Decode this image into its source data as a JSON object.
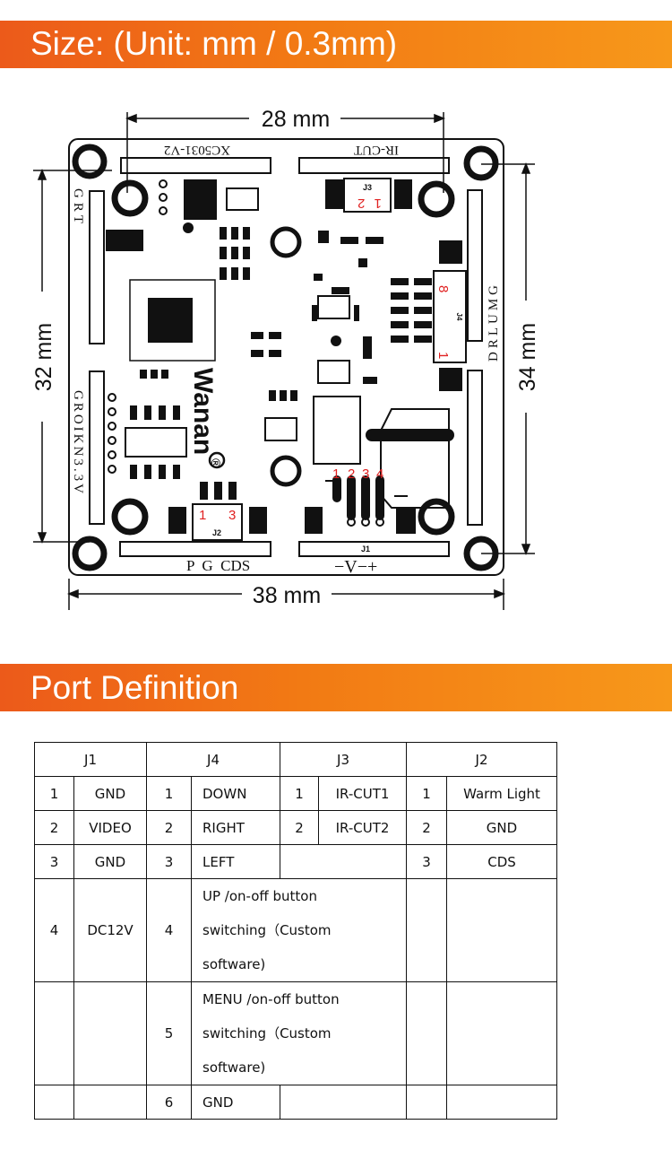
{
  "size_banner": {
    "title": "Size: (Unit: mm / 0.3mm)"
  },
  "port_banner": {
    "title": "Port Definition"
  },
  "board": {
    "dim_top": "28 mm",
    "dim_bottom": "38 mm",
    "dim_left": "32 mm",
    "dim_right": "34 mm",
    "silk_top_left": "XC5031-V2",
    "silk_top_right": "IR-CUT",
    "silk_left_top": "GRT",
    "silk_left_bottom": "GROIKN3.3V",
    "silk_right": "DRLUMG",
    "silk_bottom_left": "P  G  CDS",
    "silk_bottom_right": "−V−+",
    "brand": "Wanan",
    "brand_mark": "®",
    "j1_label": "J1",
    "j1_pins": [
      "1",
      "2",
      "3",
      "4"
    ],
    "j2_label": "J2",
    "j2_pin_first": "1",
    "j2_pin_last": "3",
    "j3_label": "J3",
    "j3_pins": "1 2",
    "j4_label": "J4",
    "j4_pin_top": "8",
    "j4_pin_bottom": "1",
    "pin_color": "#e02020"
  },
  "port_table": {
    "headers": [
      "J1",
      "J4",
      "J3",
      "J2"
    ],
    "rows": [
      {
        "j1_pin": "1",
        "j1_sig": "GND",
        "j4_pin": "1",
        "j4_sig": "DOWN",
        "j3_pin": "1",
        "j3_sig": "IR-CUT1",
        "j2_pin": "1",
        "j2_sig": "Warm Light"
      },
      {
        "j1_pin": "2",
        "j1_sig": "VIDEO",
        "j4_pin": "2",
        "j4_sig": "RIGHT",
        "j3_pin": "2",
        "j3_sig": "IR-CUT2",
        "j2_pin": "2",
        "j2_sig": "GND"
      },
      {
        "j1_pin": "3",
        "j1_sig": "GND",
        "j4_pin": "3",
        "j4_sig": "LEFT",
        "j2_pin": "3",
        "j2_sig": "CDS"
      },
      {
        "j1_pin": "4",
        "j1_sig": "DC12V",
        "j4_pin": "4",
        "j4_sig_lines": [
          "UP /on-off button",
          "switching（Custom",
          "software)"
        ]
      },
      {
        "j4_pin": "5",
        "j4_sig_lines": [
          "MENU /on-off button",
          "switching（Custom",
          "software)"
        ]
      },
      {
        "j4_pin": "6",
        "j4_sig": "GND"
      }
    ]
  }
}
